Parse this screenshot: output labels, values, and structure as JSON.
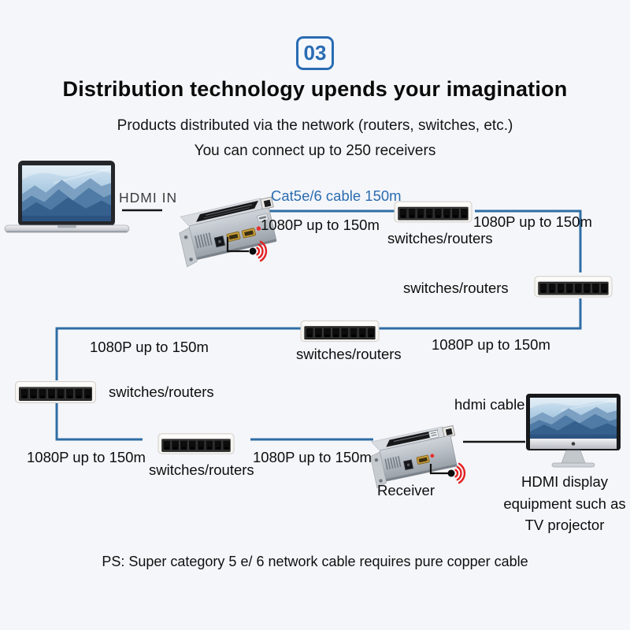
{
  "badge": "03",
  "header": {
    "title": "Distribution technology upends your imagination",
    "subtitle1": "Products distributed via the network (routers, switches, etc.)",
    "subtitle2": "You can connect up to 250 receivers"
  },
  "labels": {
    "hdmi_in": "HDMI IN",
    "cat_cable": "Cat5e/6 cable 150m",
    "bandwidth": "1080P up to 150m",
    "switch": "switches/routers",
    "receiver": "Receiver",
    "hdmi_cable": "hdmi cable",
    "display_line1": "HDMI display",
    "display_line2": "equipment such as",
    "display_line3": "TV projector"
  },
  "footer": "PS: Super category 5 e/ 6 network cable requires pure copper cable",
  "colors": {
    "background": "#f5f6fa",
    "line_blue": "#2f6da4",
    "badge_blue": "#2a6cb3",
    "cable_text_blue": "#2b6cb0",
    "ir_red": "#e32222",
    "text": "#0d0d0d"
  }
}
